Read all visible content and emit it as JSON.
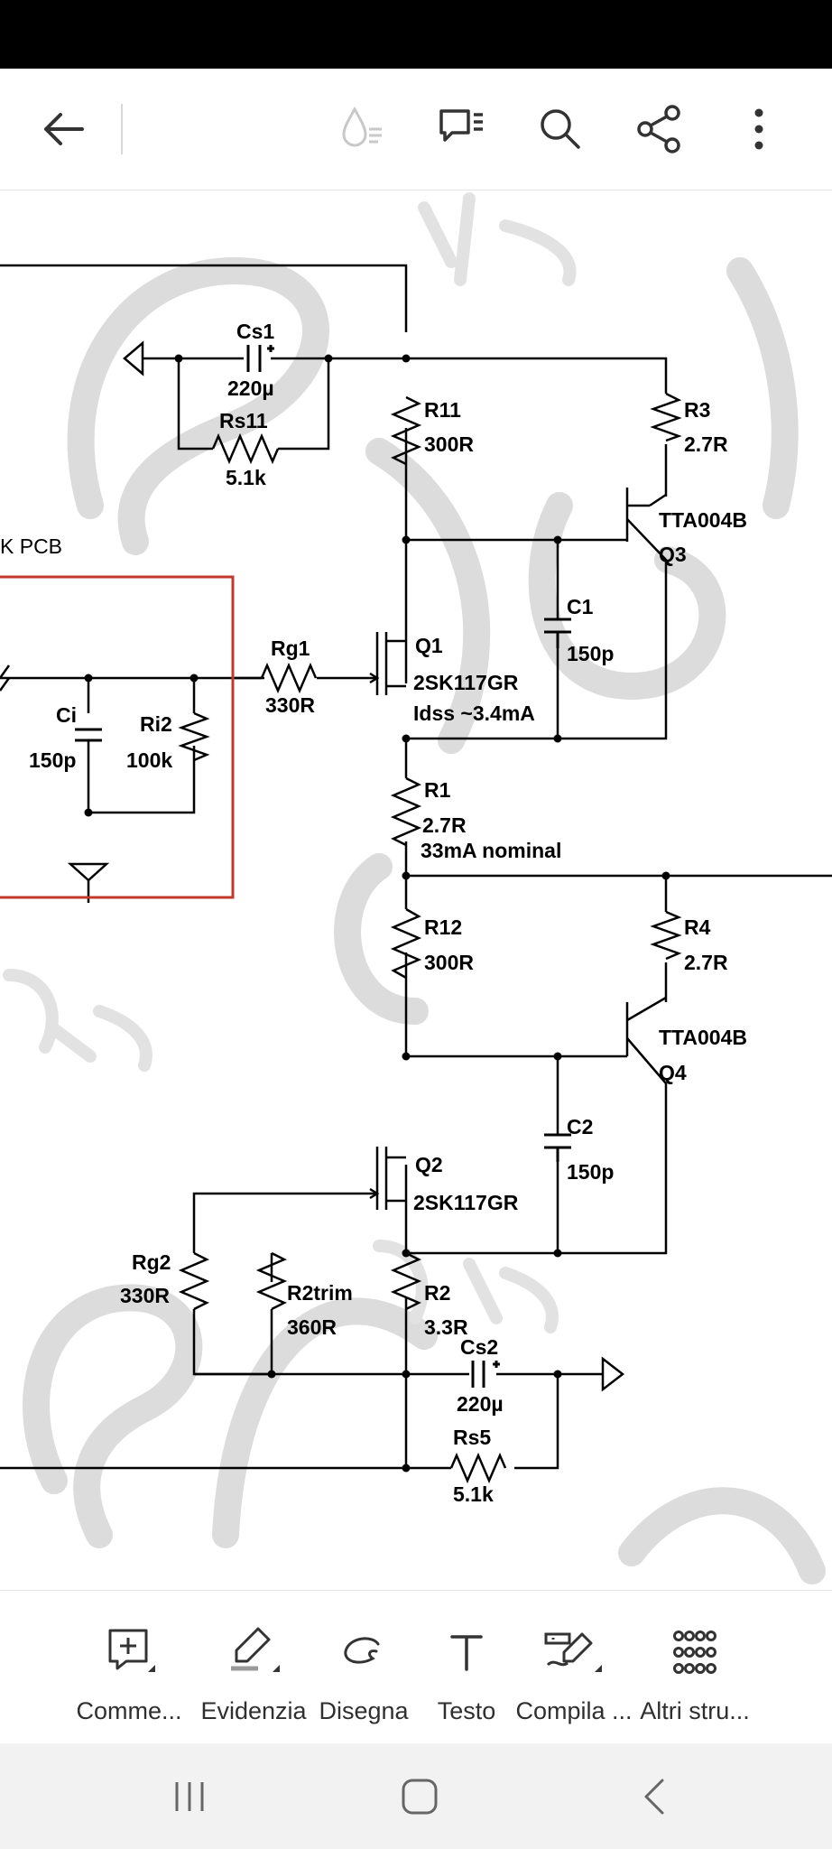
{
  "top_bar": {
    "icons": [
      "back-arrow-icon",
      "reading-mode-icon",
      "comments-list-icon",
      "search-icon",
      "share-icon",
      "more-options-icon"
    ]
  },
  "schematic": {
    "labels": {
      "cs1": "Cs1",
      "cs1_val": "220µ",
      "rs11": "Rs11",
      "rs11_val": "5.1k",
      "r11": "R11",
      "r11_val": "300R",
      "r3": "R3",
      "r3_val": "2.7R",
      "q3_type": "TTA004B",
      "q3": "Q3",
      "pcb": "K PCB",
      "c1": "C1",
      "c1_val": "150p",
      "rg1": "Rg1",
      "rg1_val": "330R",
      "q1": "Q1",
      "q1_type": "2SK117GR",
      "q1_idss": "Idss ~3.4mA",
      "ci": "Ci",
      "ci_val": "150p",
      "ri2": "Ri2",
      "ri2_val": "100k",
      "r1": "R1",
      "r1_val": "2.7R",
      "r1_note": "33mA nominal",
      "r12": "R12",
      "r12_val": "300R",
      "r4": "R4",
      "r4_val": "2.7R",
      "q4_type": "TTA004B",
      "q4": "Q4",
      "c2": "C2",
      "c2_val": "150p",
      "q2": "Q2",
      "q2_type": "2SK117GR",
      "rg2": "Rg2",
      "rg2_val": "330R",
      "r2trim": "R2trim",
      "r2trim_val": "360R",
      "r2": "R2",
      "r2_val": "3.3R",
      "cs2": "Cs2",
      "cs2_val": "220µ",
      "rs5": "Rs5",
      "rs5_val": "5.1k"
    }
  },
  "bottom_toolbar": {
    "tools": [
      {
        "label": "Comme...",
        "icon": "add-comment-icon"
      },
      {
        "label": "Evidenzia",
        "icon": "highlighter-icon"
      },
      {
        "label": "Disegna",
        "icon": "draw-icon"
      },
      {
        "label": "Testo",
        "icon": "text-icon"
      },
      {
        "label": "Compila ...",
        "icon": "fill-sign-icon"
      },
      {
        "label": "Altri stru...",
        "icon": "more-tools-grid-icon"
      }
    ]
  },
  "nav_bar": {
    "icons": [
      "recent-apps-icon",
      "home-icon",
      "back-icon"
    ]
  },
  "colors": {
    "accent_red": "#c0392b",
    "watermark": "#d9d9d9",
    "toolbar_text": "#2f2f2f"
  }
}
